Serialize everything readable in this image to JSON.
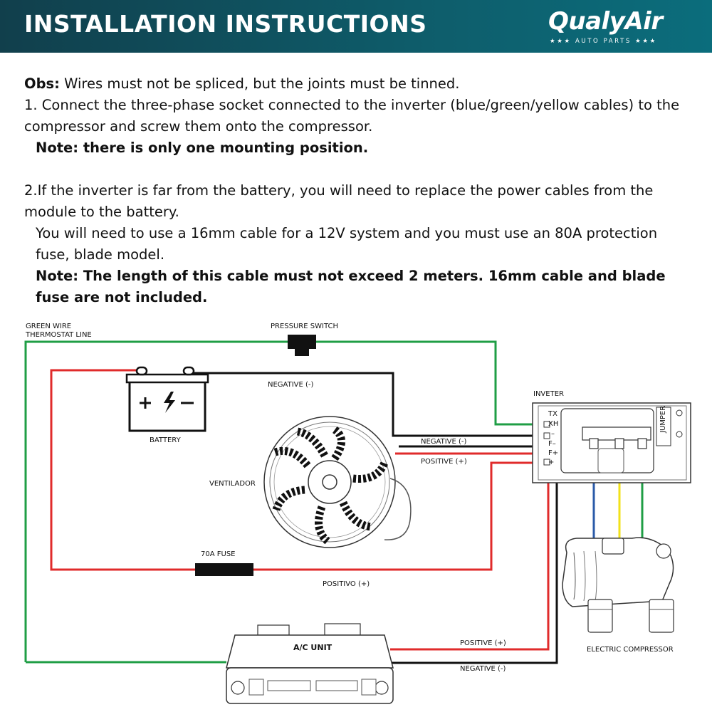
{
  "header": {
    "title": "INSTALLATION INSTRUCTIONS",
    "logo_main": "QualyAir",
    "logo_sub": "★★★   AUTO PARTS   ★★★"
  },
  "instructions": {
    "obs_label": "Obs:",
    "obs_text": " Wires must not be spliced, but the joints must be tinned.",
    "step1": "1. Connect the three-phase socket connected to the inverter (blue/green/yellow cables) to the compressor and screw them onto the compressor.",
    "note1": "Note: there is only one mounting position.",
    "step2": "2.If the inverter is far from the battery, you will need to replace the power cables from the module to the battery.",
    "step2b": "You will need to use a 16mm cable for a 12V system  and you must use an 80A protection fuse, blade model.",
    "note2": "Note: The length of this cable must not exceed 2 meters. 16mm cable and blade fuse are not included."
  },
  "diagram": {
    "labels": {
      "green_wire_1": "GREEN WIRE",
      "green_wire_2": "THERMOSTAT LINE",
      "pressure_switch": "PRESSURE SWITCH",
      "negative_top": "NEGATIVE (-)",
      "battery": "BATTERY",
      "inverter": "INVETER",
      "negative_mid": "NEGATIVE (-)",
      "positive_mid": "POSITIVE (+)",
      "ventilador": "VENTILADOR",
      "fuse": "70A FUSE",
      "positivo": "POSITIVO (+)",
      "ac_unit": "A/C UNIT",
      "positive_ac": "POSITIVE (+)",
      "negative_ac": "NEGATIVE (-)",
      "compressor": "ELECTRIC COMPRESSOR",
      "term_tx": "TX",
      "term_xh": "XH",
      "term_neg": "–",
      "term_fneg": "F–",
      "term_fpos": "F+",
      "term_pos": "+",
      "jumper": "JUMPER"
    },
    "colors": {
      "green": "#1f9e45",
      "red": "#e02b2b",
      "black": "#111111",
      "blue": "#2a5aa8",
      "yellow": "#f2e21a"
    }
  }
}
